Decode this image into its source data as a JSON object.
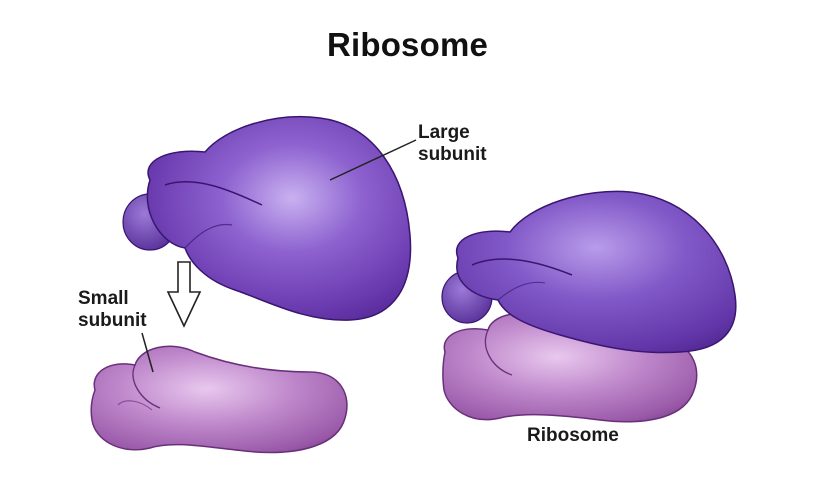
{
  "title": "Ribosome",
  "labels": {
    "large_subunit": [
      "Large",
      "subunit"
    ],
    "small_subunit": [
      "Small",
      "subunit"
    ],
    "ribosome": "Ribosome"
  },
  "colors": {
    "large_subunit": "#6a3fb0",
    "small_subunit": "#b177bf",
    "text": "#111111"
  }
}
